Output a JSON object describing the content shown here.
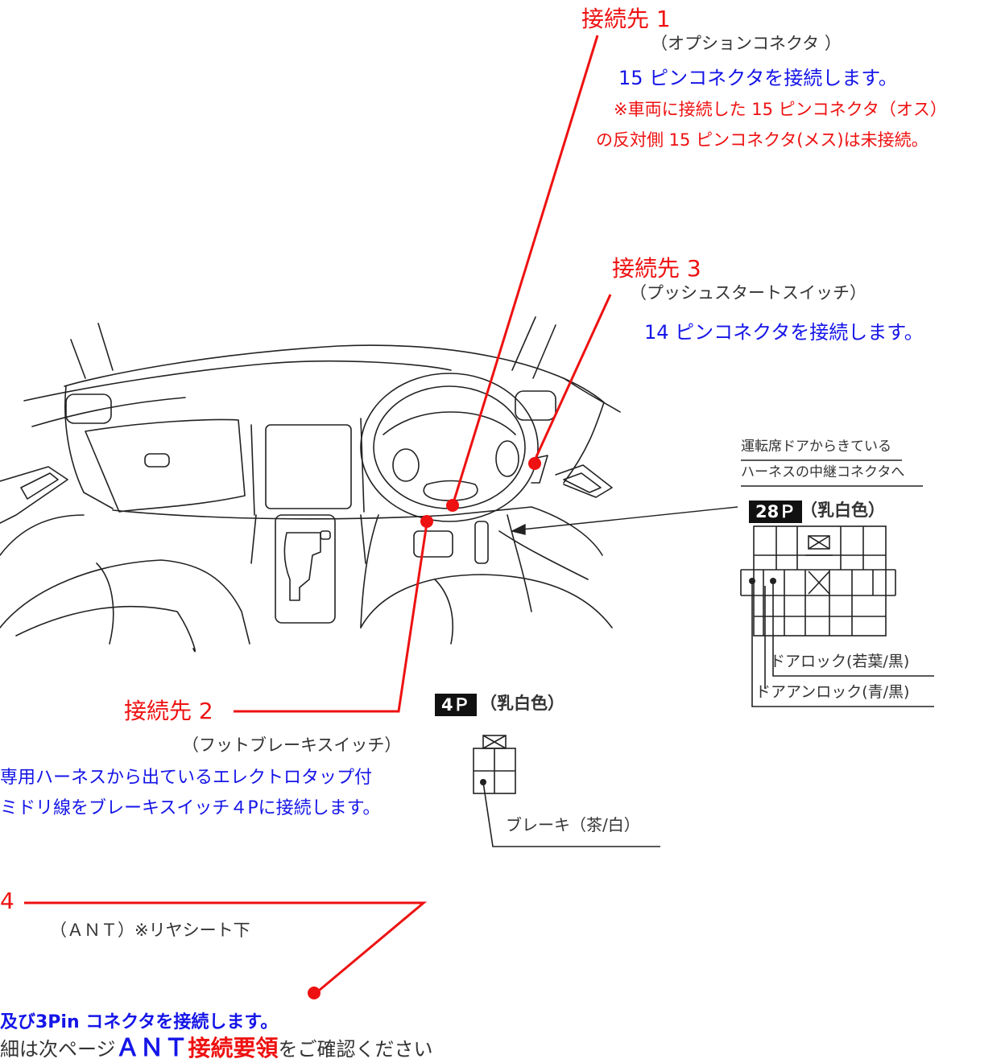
{
  "c1": {
    "title": "接続先 1",
    "sub": "（オプションコネクタ ）",
    "action": "15 ピンコネクタを接続します。",
    "note1": "※車両に接続した 15 ピンコネクタ（オス）",
    "note2": "の反対側 15 ピンコネクタ(メス)は未接続。"
  },
  "c3": {
    "title": "接続先 3",
    "sub": "（プッシュスタートスイッチ）",
    "action": "14 ピンコネクタを接続します。"
  },
  "c2": {
    "title": "接続先 2",
    "sub": "（フットブレーキスイッチ）",
    "action1": "専用ハーネスから出ているエレクトロタップ付",
    "action2": "ミドリ線をブレーキスイッチ４Pに接続します。"
  },
  "c4": {
    "title": "4",
    "sub": "（ＡＮＴ）※リヤシート下",
    "action": "及び3Pin コネクタを接続します。",
    "note_pre": "細は次ページ",
    "note_ant": "ＡＮＴ",
    "note_req": "接続要領",
    "note_post": "をご確認ください"
  },
  "door": {
    "label1": "運転席ドアからきている",
    "label2": "ハーネスの中継コネクタへ",
    "badge": "28Ｐ",
    "color": "（乳白色）",
    "lock": "ドアロック(若葉/黒)",
    "unlock": "ドアアンロック(青/黒)"
  },
  "brake": {
    "badge": "4Ｐ",
    "color": "（乳白色）",
    "pin": "ブレーキ（茶/白）"
  },
  "colors": {
    "red": "#ee1111",
    "blue": "#1515e8"
  }
}
